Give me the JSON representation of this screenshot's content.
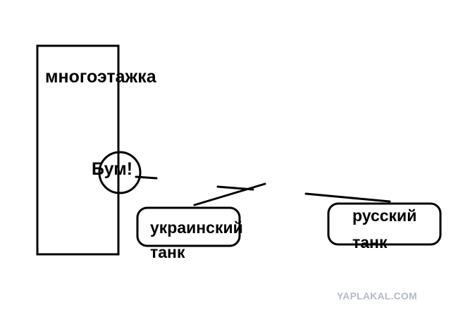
{
  "labels": {
    "building": "многоэтажка",
    "boom": "Бум!",
    "ukrainian_tank_line1": "украинский",
    "ukrainian_tank_line2": "танк",
    "russian_tank_line1": "русский",
    "russian_tank_line2": "танк"
  },
  "watermark": "YAPLAKAL.COM",
  "colors": {
    "ink": "#000000",
    "background": "#ffffff",
    "watermark": "#b4bbc3"
  }
}
